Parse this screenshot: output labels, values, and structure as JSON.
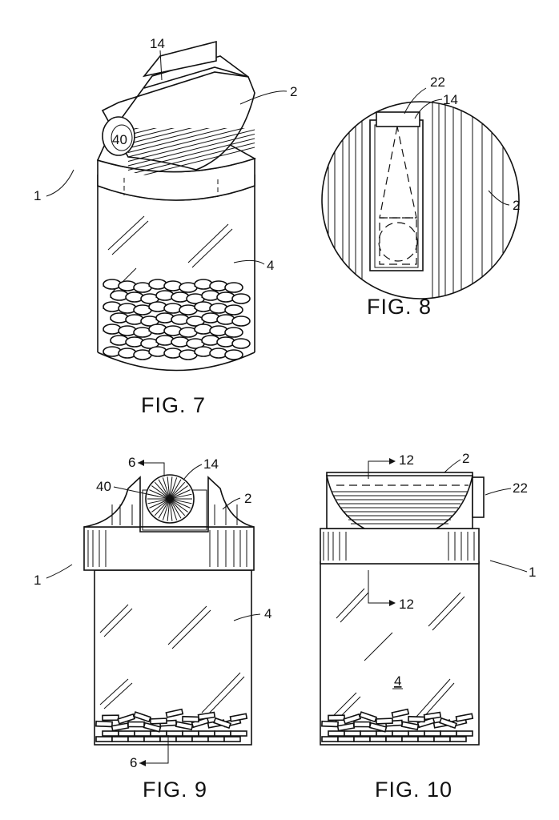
{
  "fig7": {
    "caption": "FIG. 7",
    "labels": {
      "container": "1",
      "cap": "2",
      "contents": "4",
      "dispenser": "14",
      "wheel": "40"
    }
  },
  "fig8": {
    "caption": "FIG. 8",
    "labels": {
      "cap": "2",
      "dispenser": "14",
      "button": "22"
    }
  },
  "fig9": {
    "caption": "FIG. 9",
    "labels": {
      "container": "1",
      "cap": "2",
      "contents": "4",
      "dispenser": "14",
      "wheel": "40",
      "section_top": "6",
      "section_bottom": "6"
    }
  },
  "fig10": {
    "caption": "FIG. 10",
    "labels": {
      "container": "1",
      "cap": "2",
      "contents": "4",
      "button": "22",
      "section_top": "12",
      "section_bottom": "12"
    }
  }
}
